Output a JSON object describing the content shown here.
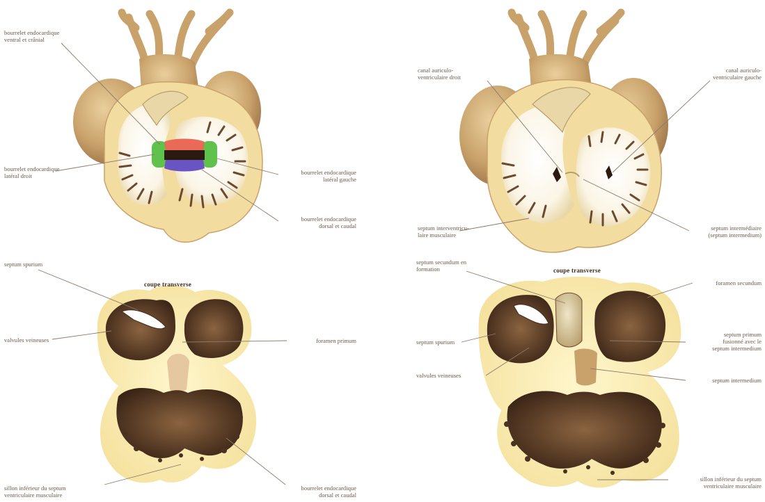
{
  "colors": {
    "background": "#ffffff",
    "myocardium": "#f3dca0",
    "tissue_light": "#fbf2d3",
    "vessel": "#c9a26b",
    "vessel_dark": "#8b6440",
    "trabeculae": "#6b4a30",
    "cavity_dark": "#4a3220",
    "cushion_green": "#5ec24c",
    "cushion_red": "#e96a56",
    "cushion_blue": "#6a54c2",
    "leader": "#8a7a6a",
    "label_text": "#6d5a46"
  },
  "icons": [
    "heart-frontal-section",
    "heart-transverse-section"
  ],
  "panels": {
    "top_left": {
      "labels": {
        "endocardial_cushion_ventral_cranial": "bourrelet endocardique\nventral et crânial",
        "endocardial_cushion_right_lateral": "bourrelet endocardique\nlatéral droit",
        "endocardial_cushion_left_lateral": "bourrelet endocardique\nlatéral gauche",
        "endocardial_cushion_dorsal_caudal": "bourrelet endocardique\ndorsal et caudal"
      }
    },
    "top_right": {
      "labels": {
        "right_av_canal": "canal auriculo-\nventriculaire droit",
        "left_av_canal": "canal auriculo-\nventriculaire gauche",
        "muscular_interventricular_septum": "septum interventricu-\nlaire musculaire",
        "septum_intermedium": "septum intermédiaire\n(septum intermedium)"
      }
    },
    "bottom_left": {
      "section_title": "coupe transverse",
      "labels": {
        "septum_spurium": "septum spurium",
        "venous_valves": "valvules veineuses",
        "foramen_primum": "foramen primum",
        "interventricular_groove": "sillon inférieur du septum\nventriculaire musculaire",
        "endocardial_cushion_dorsal_caudal": "bourrelet endocardique\ndorsal et caudal"
      }
    },
    "bottom_right": {
      "section_title": "coupe transverse",
      "labels": {
        "septum_secundum_forming": "septum secundum en\nformation",
        "foramen_secundum": "foramen secundum",
        "septum_spurium": "septum spurium",
        "septum_primum_fused": "septum primum\nfusionné avec le\nseptum intermedium",
        "venous_valves": "valvules veineuses",
        "septum_intermedium": "septum intermedium",
        "interventricular_groove": "sillon inférieur du septum\nventriculaire musculaire"
      }
    }
  }
}
